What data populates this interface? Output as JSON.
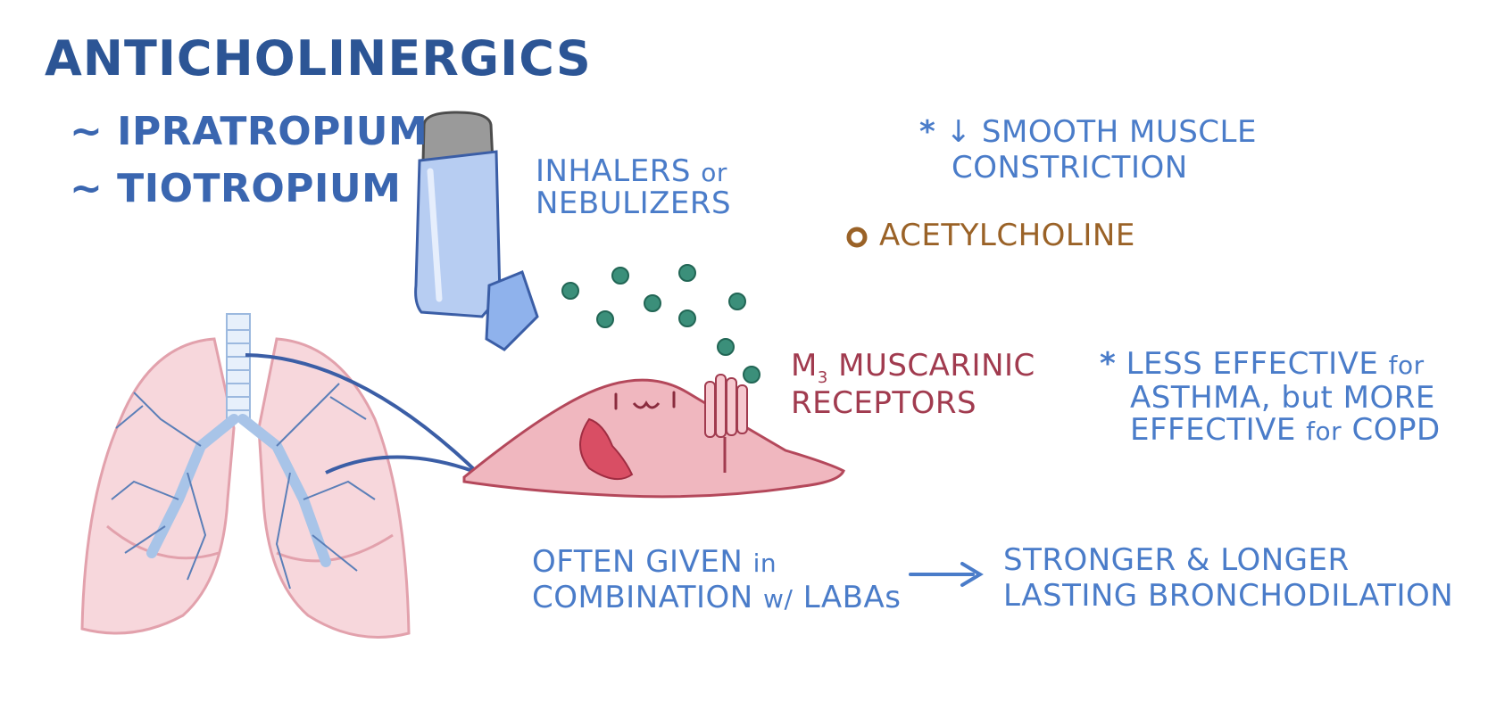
{
  "title": "ANTICHOLINERGICS",
  "drugs": [
    "~ IPRATROPIUM",
    "~ TIOTROPIUM"
  ],
  "delivery": {
    "line1_main": "INHALERS",
    "line1_small": "or",
    "line2": "NEBULIZERS"
  },
  "effect": {
    "bullet": "*",
    "arrow": "↓",
    "line1": "SMOOTH MUSCLE",
    "line2": "CONSTRICTION"
  },
  "legend": {
    "label": "ACETYLCHOLINE"
  },
  "receptor": {
    "prefix": "M",
    "subscript": "3",
    "line1": "MUSCARINIC",
    "line2": "RECEPTORS"
  },
  "effectiveness": {
    "bullet": "*",
    "line1_main": "LESS EFFECTIVE",
    "line1_small": "for",
    "line2_main": "ASTHMA, but MORE",
    "line3_main": "EFFECTIVE",
    "line3_small": "for",
    "line3_end": "COPD"
  },
  "combination": {
    "line1_main": "OFTEN GIVEN",
    "line1_small": "in",
    "line2_main": "COMBINATION",
    "line2_small": "w/",
    "line2_end": "LABAs"
  },
  "result": {
    "line1": "STRONGER & LONGER",
    "line2": "LASTING BRONCHODILATION"
  },
  "colors": {
    "title": "#2c5595",
    "blue_text": "#4a7cc9",
    "red_text": "#a13b4f",
    "brown_text": "#9a6227",
    "acetylcholine": "#3b8f7a",
    "lung": "#f7d7dc",
    "cell": "#f0b7bf"
  }
}
